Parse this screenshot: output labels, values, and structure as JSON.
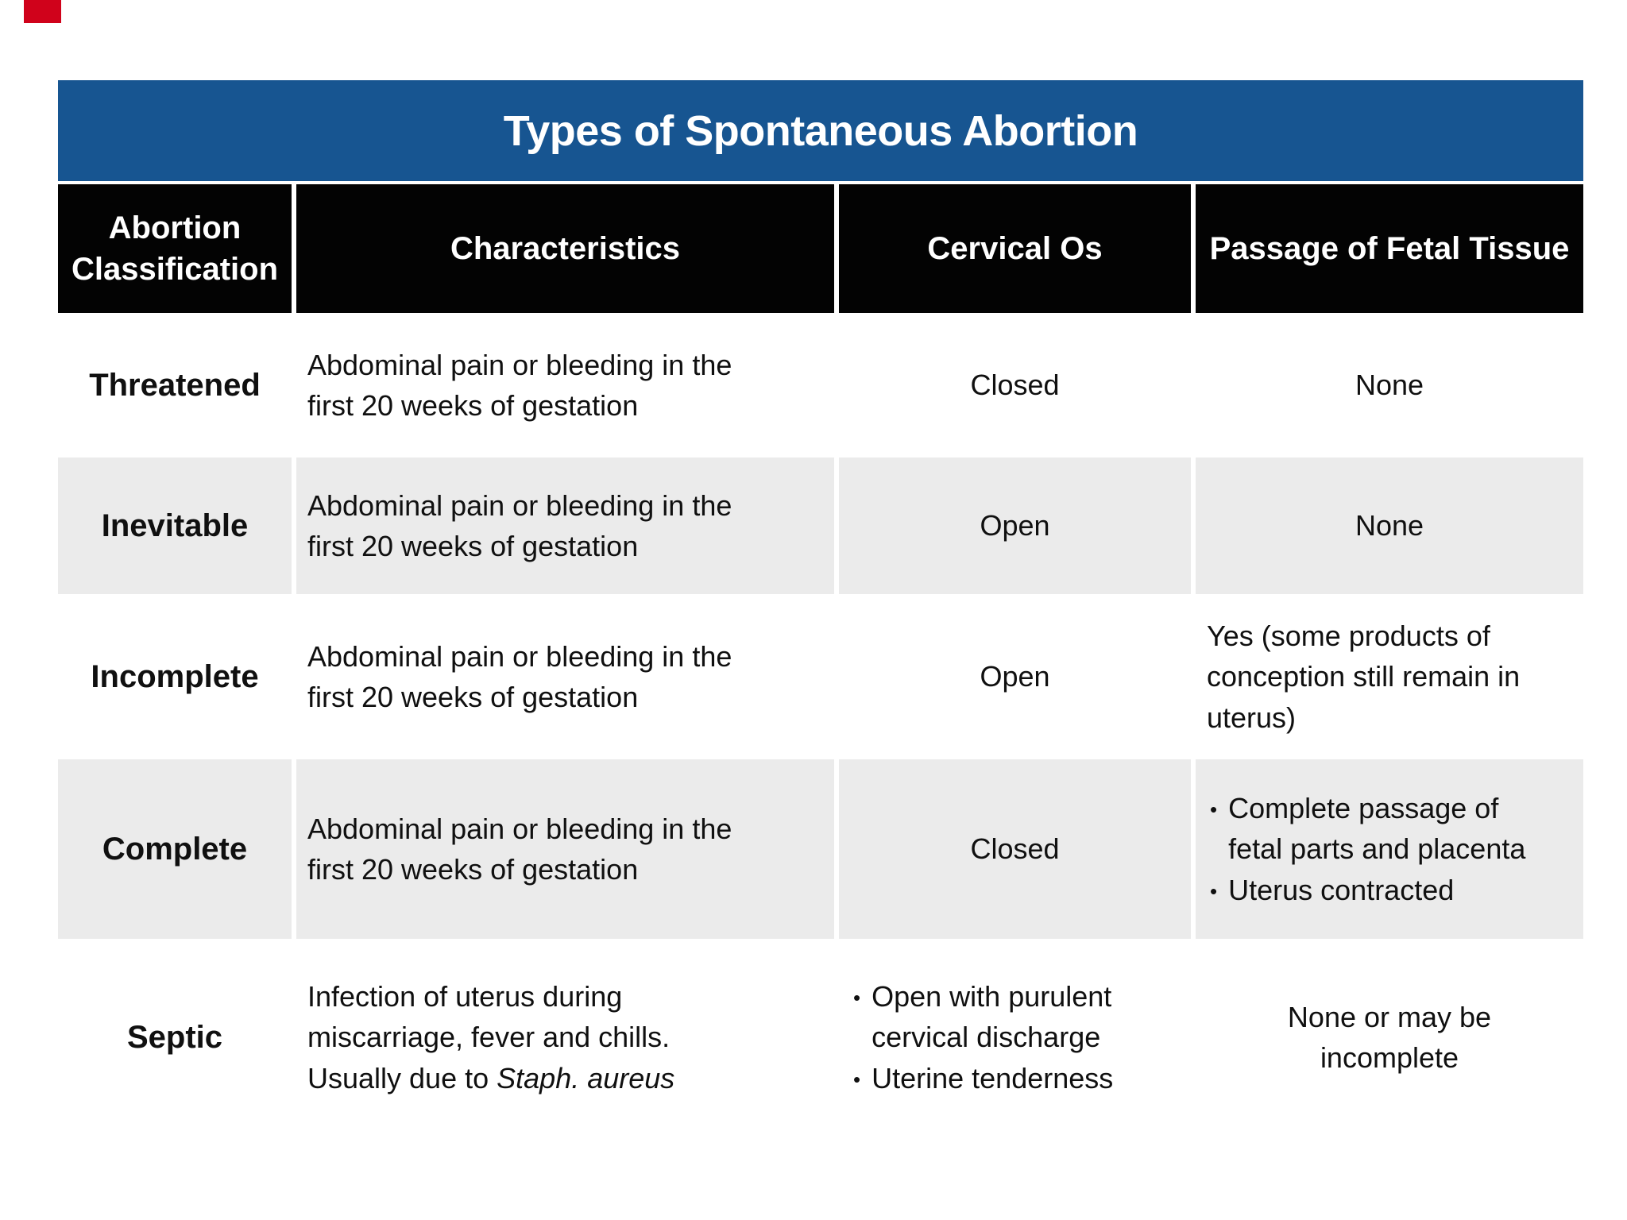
{
  "colors": {
    "title_bg": "#175591",
    "header_bg": "#030303",
    "header_text": "#ffffff",
    "row_shade": "#ebebeb",
    "body_text": "#101010",
    "marker_red": "#d0021b"
  },
  "marker": {
    "present": true
  },
  "table": {
    "title": "Types of Spontaneous Abortion",
    "columns": [
      "Abortion\nClassification",
      "Characteristics",
      "Cervical Os",
      "Passage of Fetal Tissue"
    ],
    "rows": [
      {
        "shaded": false,
        "cells": [
          {
            "kind": "label",
            "text": "Threatened"
          },
          {
            "kind": "rich",
            "segments": [
              {
                "text": "Abdominal pain or bleeding in the\nfirst 20 weeks of gestation",
                "italic": false
              }
            ]
          },
          {
            "kind": "text",
            "align": "center",
            "text": "Closed"
          },
          {
            "kind": "text",
            "align": "center",
            "text": "None"
          }
        ]
      },
      {
        "shaded": true,
        "cells": [
          {
            "kind": "label",
            "text": "Inevitable"
          },
          {
            "kind": "rich",
            "segments": [
              {
                "text": "Abdominal pain or bleeding in the\nfirst 20 weeks of gestation",
                "italic": false
              }
            ]
          },
          {
            "kind": "text",
            "align": "center",
            "text": "Open"
          },
          {
            "kind": "text",
            "align": "center",
            "text": "None"
          }
        ]
      },
      {
        "shaded": false,
        "cells": [
          {
            "kind": "label",
            "text": "Incomplete"
          },
          {
            "kind": "rich",
            "segments": [
              {
                "text": "Abdominal pain or bleeding in the\nfirst 20 weeks of gestation",
                "italic": false
              }
            ]
          },
          {
            "kind": "text",
            "align": "center",
            "text": "Open"
          },
          {
            "kind": "text",
            "align": "left",
            "text": "Yes (some products of\nconception still remain in\nuterus)"
          }
        ]
      },
      {
        "shaded": true,
        "cells": [
          {
            "kind": "label",
            "text": "Complete"
          },
          {
            "kind": "rich",
            "segments": [
              {
                "text": "Abdominal pain or bleeding in the\nfirst 20 weeks of gestation",
                "italic": false
              }
            ]
          },
          {
            "kind": "text",
            "align": "center",
            "text": "Closed"
          },
          {
            "kind": "bullets",
            "items": [
              "Complete passage of\nfetal parts and placenta",
              "Uterus contracted"
            ]
          }
        ]
      },
      {
        "shaded": false,
        "cells": [
          {
            "kind": "label",
            "text": "Septic"
          },
          {
            "kind": "rich",
            "segments": [
              {
                "text": "Infection of uterus during\nmiscarriage, fever and chills.\nUsually due to ",
                "italic": false
              },
              {
                "text": "Staph. aureus",
                "italic": true
              }
            ]
          },
          {
            "kind": "bullets",
            "items": [
              "Open with purulent\ncervical discharge",
              "Uterine tenderness"
            ]
          },
          {
            "kind": "text",
            "align": "center",
            "text": "None or may be\nincomplete"
          }
        ]
      }
    ]
  }
}
